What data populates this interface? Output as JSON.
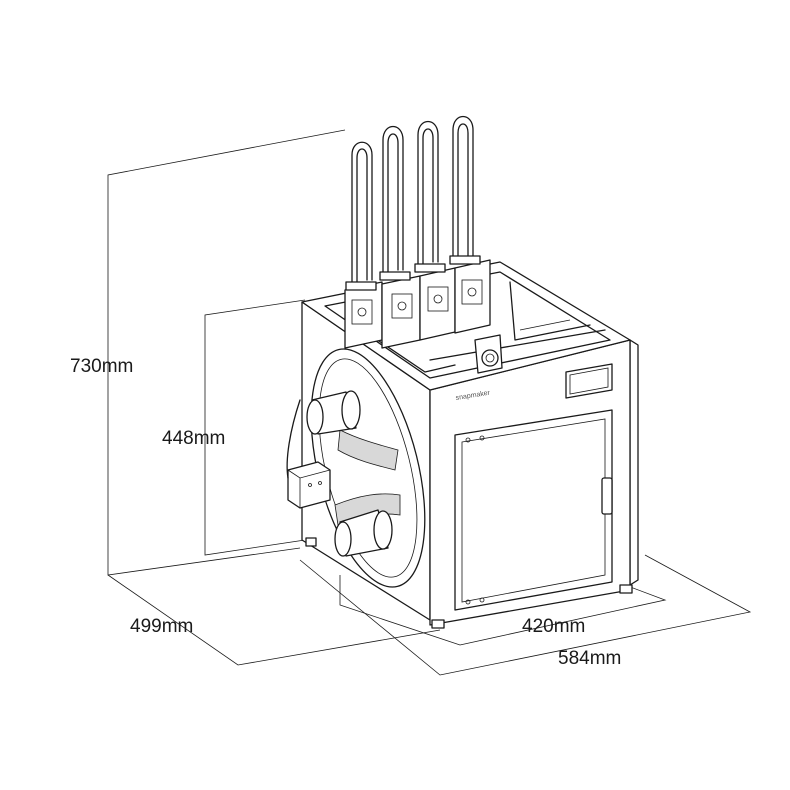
{
  "dimensions": {
    "total_height": "730mm",
    "body_height": "448mm",
    "depth": "499mm",
    "body_width": "420mm",
    "total_width": "584mm"
  },
  "brand_text": "snapmaker",
  "line_color": "#1a1a1a"
}
